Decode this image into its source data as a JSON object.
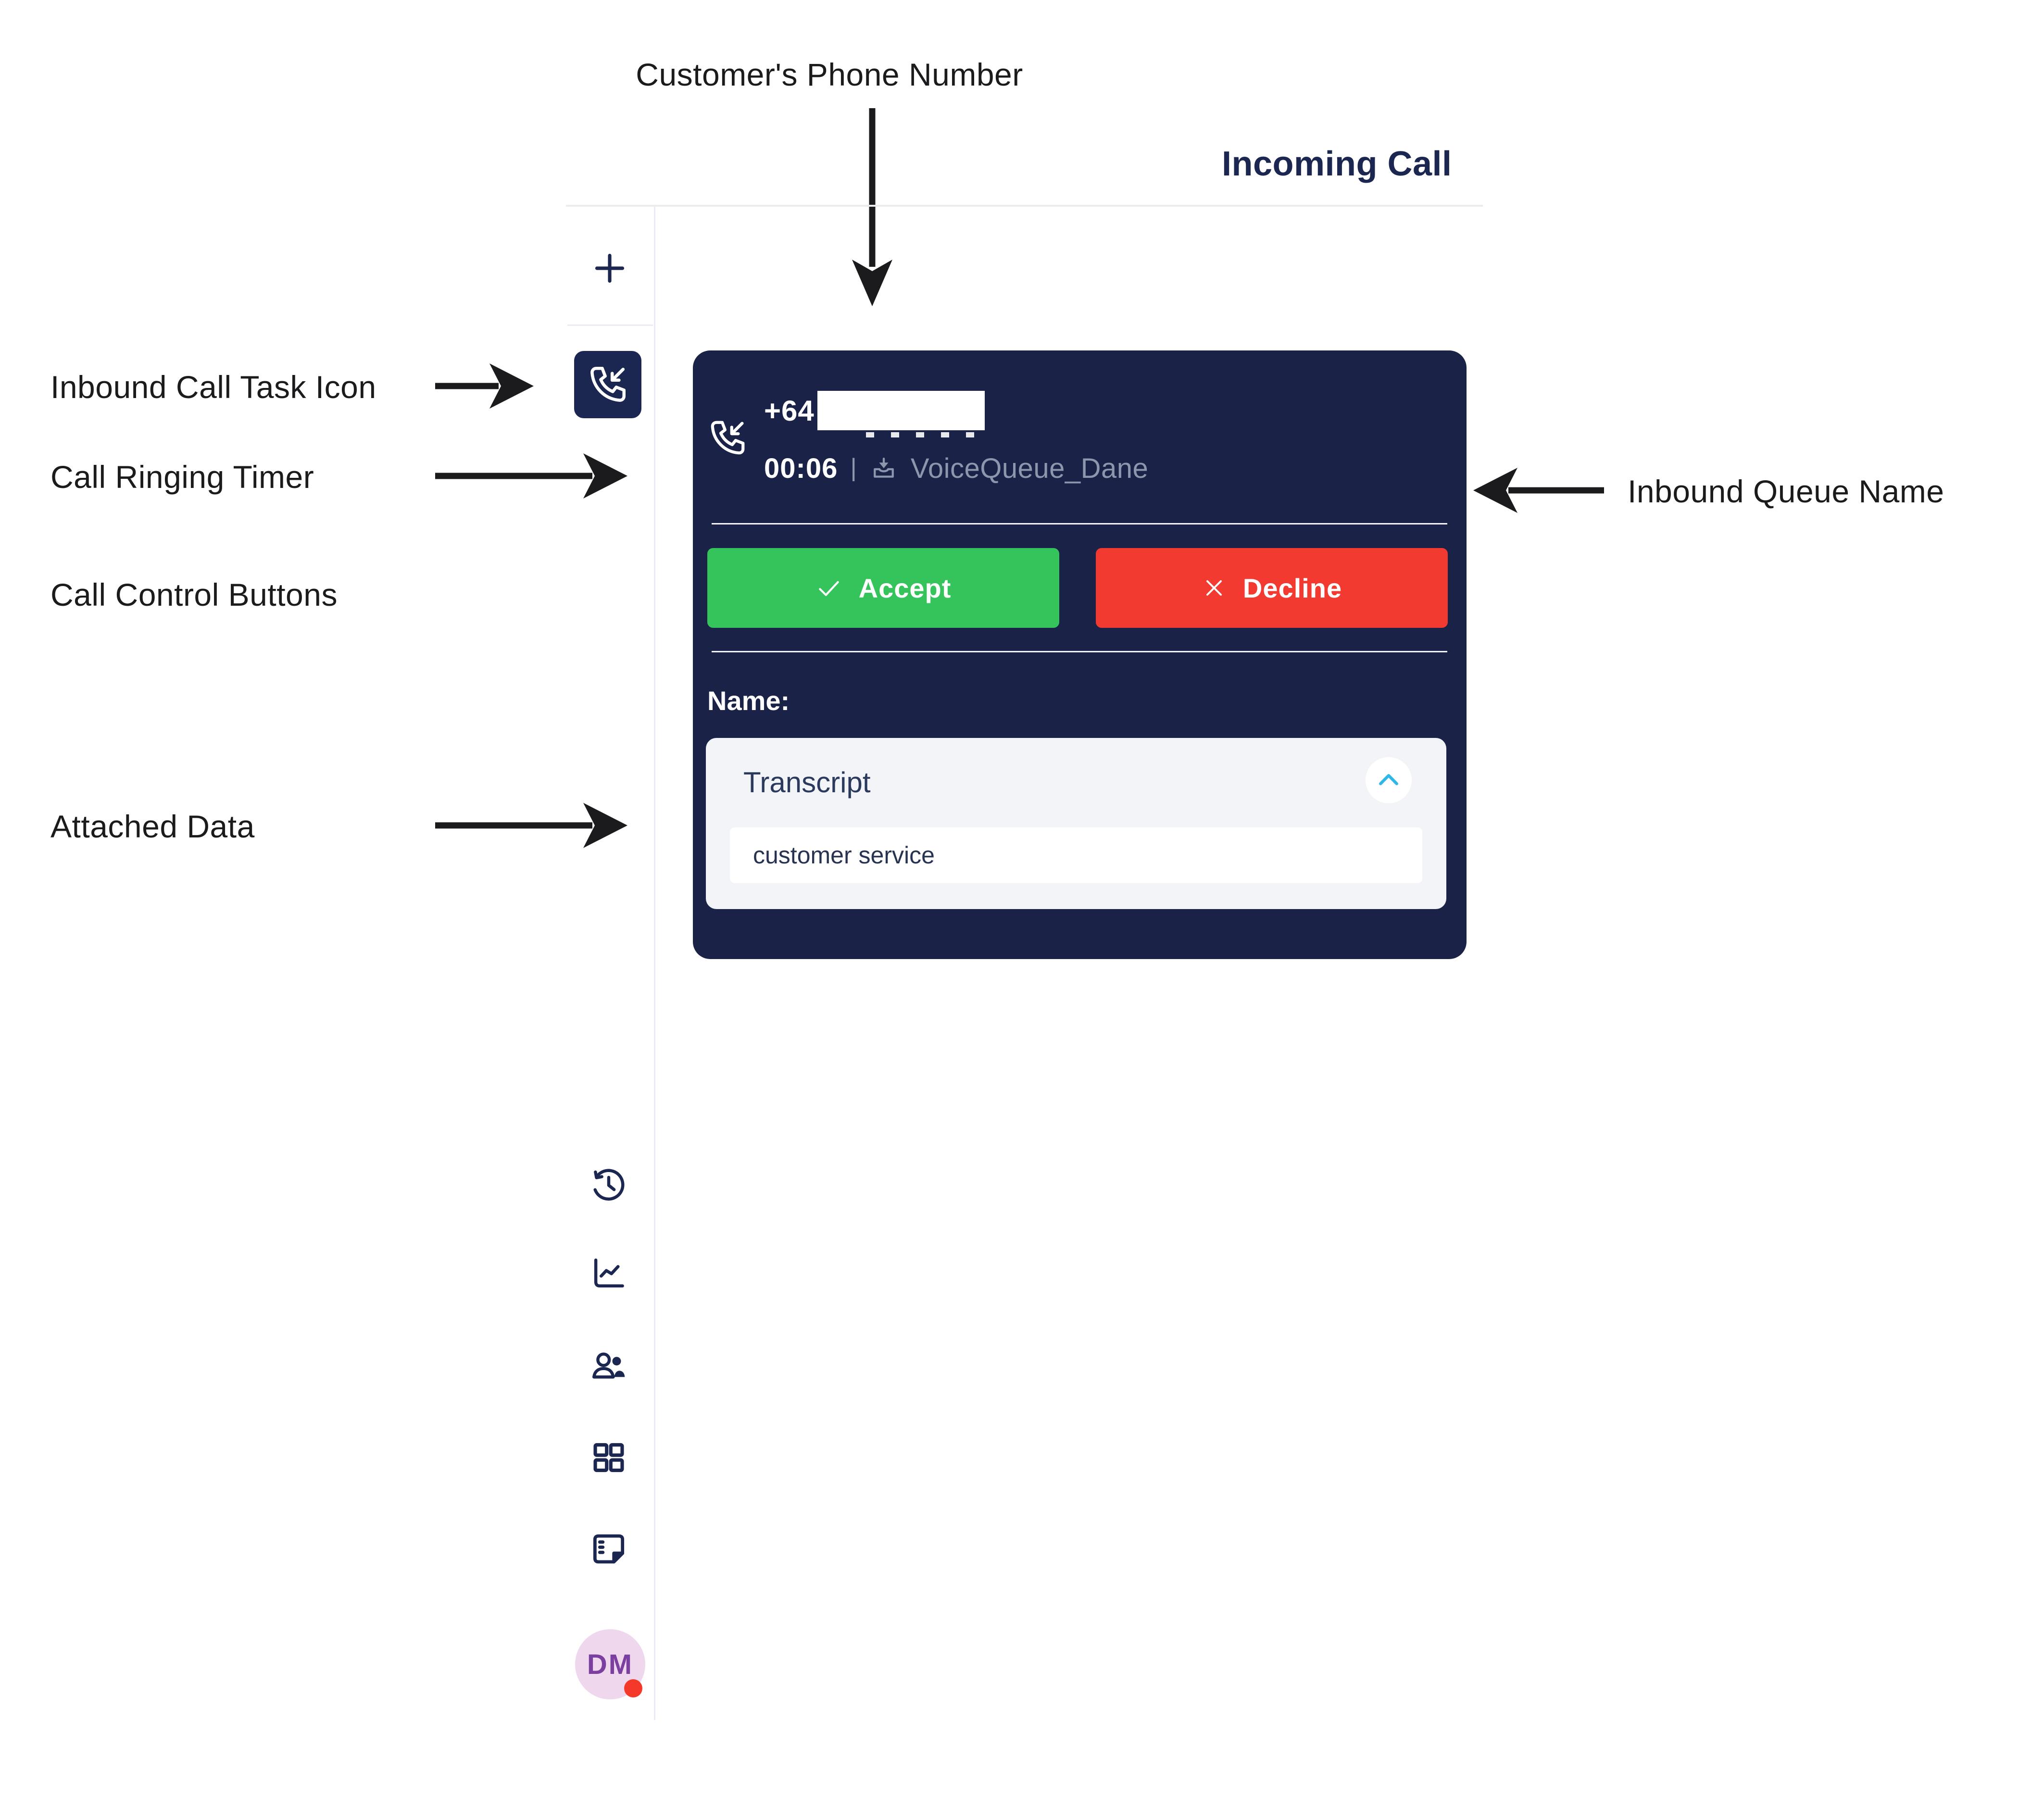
{
  "header": {
    "title": "Incoming Call"
  },
  "annotations": {
    "customer_phone_number": "Customer's Phone Number",
    "inbound_call_task_icon": "Inbound Call Task Icon",
    "call_ringing_timer": "Call Ringing Timer",
    "call_control_buttons": "Call Control Buttons",
    "attached_data": "Attached Data",
    "inbound_queue_name": "Inbound Queue Name"
  },
  "sidebar": {
    "plus_icon": "plus-icon",
    "active_task_icon": "inbound-call-icon",
    "nav_icons": [
      "history-icon",
      "analytics-icon",
      "contacts-icon",
      "apps-grid-icon",
      "notes-icon"
    ],
    "avatar": {
      "initials": "DM",
      "status": "busy"
    }
  },
  "call_card": {
    "phone_prefix": "+64",
    "phone_number_redacted": true,
    "ringing_timer": "00:06",
    "separator": "|",
    "queue_icon": "queue-download-icon",
    "queue_name": "VoiceQueue_Dane",
    "accept_label": "Accept",
    "decline_label": "Decline",
    "name_label": "Name:",
    "transcript": {
      "title": "Transcript",
      "content": "customer service",
      "collapse_icon": "chevron-up-icon"
    }
  },
  "colors": {
    "navy": "#1b2750",
    "card_navy": "#1a2347",
    "green": "#35c45c",
    "red": "#f23a30",
    "blue": "#2fb7e9",
    "gray_text": "#8d96ac",
    "panel_bg": "#f2f4f8",
    "divider": "#e9ecf2",
    "line_gray": "#ececef",
    "pink": "#efd8ee",
    "purple": "#7b3fa0",
    "status_red": "#f4392b",
    "ink": "#1b1b1d"
  }
}
